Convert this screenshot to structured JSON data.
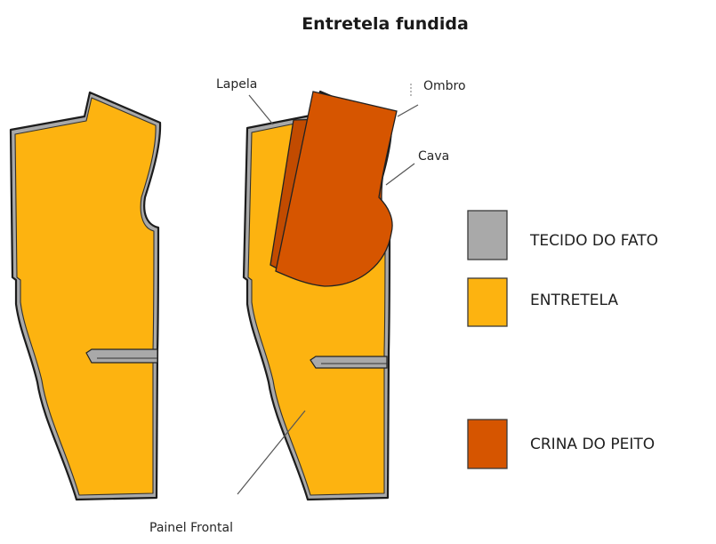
{
  "title": "Entretela fundida",
  "callouts": {
    "lapela": "Lapela",
    "ombro": "Ombro",
    "cava": "Cava",
    "painel_frontal": "Painel Frontal"
  },
  "legend": [
    {
      "label": "TECIDO DO FATO",
      "color": "#a9a9a9"
    },
    {
      "label": "ENTRETELA",
      "color": "#fdb310"
    },
    {
      "label": "CRINA DO PEITO",
      "color": "#d65500"
    }
  ]
}
